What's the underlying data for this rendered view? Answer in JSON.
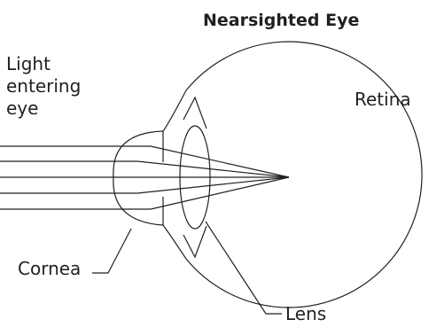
{
  "title": "Nearsighted Eye",
  "labels": {
    "light": [
      "Light",
      "entering",
      "eye"
    ],
    "retina": "Retina",
    "cornea": "Cornea",
    "lens": "Lens"
  },
  "colors": {
    "stroke": "#231f20",
    "background": "#ffffff"
  }
}
